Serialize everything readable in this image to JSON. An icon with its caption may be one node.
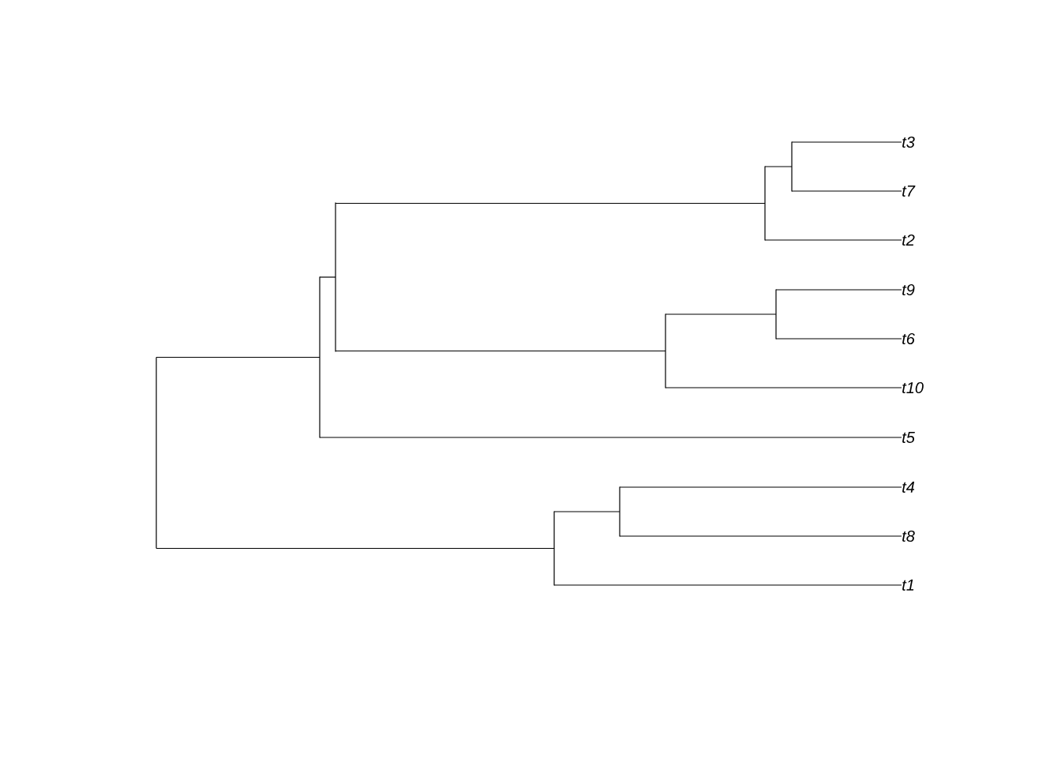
{
  "diagram": {
    "nodes": [
      {
        "text": [
          "t3"
        ]
      },
      {
        "text": [
          "t7"
        ]
      },
      {
        "text": [
          "t2"
        ]
      },
      {
        "text": [
          "t9"
        ]
      },
      {
        "text": [
          "t6"
        ]
      },
      {
        "text": [
          "t10"
        ]
      },
      {
        "text": [
          "t5"
        ]
      },
      {
        "text": [
          "t4"
        ]
      },
      {
        "text": [
          "t8"
        ]
      },
      {
        "text": [
          "t1"
        ]
      },
      {
        "text": [],
        "shape": "bar"
      },
      {
        "text": [],
        "shape": "bar"
      },
      {
        "text": [],
        "shape": "bar"
      },
      {
        "text": [],
        "shape": "bar"
      },
      {
        "text": [],
        "shape": "bar"
      },
      {
        "text": [],
        "shape": "bar"
      },
      {
        "text": [],
        "shape": "bar"
      },
      {
        "text": [],
        "shape": "bar"
      },
      {
        "text": [],
        "shape": "bar"
      }
    ],
    "edges": [
      {
        "from": 10,
        "to": 0,
        "arrow": "none"
      },
      {
        "from": 10,
        "to": 1,
        "arrow": "none"
      },
      {
        "from": 11,
        "to": 10,
        "arrow": "none"
      },
      {
        "from": 11,
        "to": 2,
        "arrow": "none"
      },
      {
        "from": 12,
        "to": 3,
        "arrow": "none"
      },
      {
        "from": 12,
        "to": 4,
        "arrow": "none"
      },
      {
        "from": 13,
        "to": 12,
        "arrow": "none"
      },
      {
        "from": 13,
        "to": 5,
        "arrow": "none"
      },
      {
        "from": 14,
        "to": 11,
        "arrow": "none"
      },
      {
        "from": 14,
        "to": 13,
        "arrow": "none"
      },
      {
        "from": 15,
        "to": 14,
        "arrow": "none"
      },
      {
        "from": 15,
        "to": 6,
        "arrow": "none"
      },
      {
        "from": 16,
        "to": 7,
        "arrow": "none"
      },
      {
        "from": 16,
        "to": 8,
        "arrow": "none"
      },
      {
        "from": 17,
        "to": 16,
        "arrow": "none"
      },
      {
        "from": 17,
        "to": 9,
        "arrow": "none"
      },
      {
        "from": 18,
        "to": 15,
        "arrow": "none"
      },
      {
        "from": 18,
        "to": 17,
        "arrow": "none"
      }
    ]
  }
}
